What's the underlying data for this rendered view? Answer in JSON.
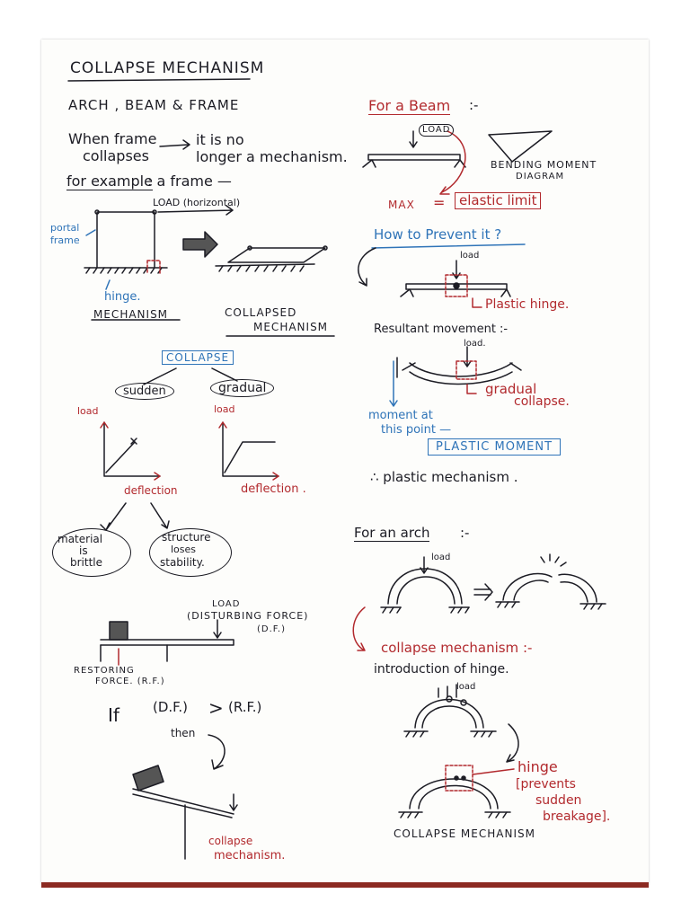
{
  "left": {
    "title": "COLLAPSE MECHANISM",
    "subtitle": "ARCH , BEAM & FRAME",
    "when_frame": "When frame",
    "collapses": "collapses",
    "it_is_no": "it is no",
    "longer_mech": "longer a mechanism.",
    "for_example": "for example",
    "a_frame": ": a frame —",
    "load_horizontal": "LOAD (horizontal)",
    "portal": "portal",
    "frame": "frame",
    "hinge": "hinge.",
    "mechanism": "MECHANISM",
    "collapsed": "COLLAPSED",
    "mechanism2": "MECHANISM",
    "collapse_box": "COLLAPSE",
    "sudden": "sudden",
    "gradual": "gradual",
    "load_a": "load",
    "load_b": "load",
    "deflection_a": "deflection",
    "deflection_b": "deflection .",
    "material": "material",
    "is": "is",
    "brittle": "brittle",
    "structure": "structure",
    "loses": "loses",
    "stability": "stability.",
    "load_df": "LOAD",
    "disturbing": "(DISTURBING FORCE)",
    "df_abbr": "(D.F.)",
    "restoring": "RESTORING",
    "force_rf": "FORCE. (R.F.)",
    "if": "If",
    "df_cmp": "(D.F.)",
    "gt": ">",
    "rf_cmp": "(R.F.)",
    "then": "then",
    "collapse_mech_a": "collapse",
    "collapse_mech_b": "mechanism."
  },
  "right": {
    "for_beam": "For a Beam",
    "colon_dash": ":-",
    "load_box": "LOAD",
    "bending": "BENDING MOMENT",
    "diagram": "DIAGRAM",
    "max": "MAX",
    "eq": "=",
    "elastic": "elastic limit",
    "how_to": "How to Prevent it ?",
    "load2": "load",
    "plastic_hinge": "Plastic hinge.",
    "resultant": "Resultant movement :-",
    "load3": "load.",
    "gradual_collapse_a": "gradual",
    "gradual_collapse_b": "collapse.",
    "moment_at": "moment at",
    "this_point": "this point —",
    "plastic_moment": "PLASTIC MOMENT",
    "therefore": "∴ plastic mechanism .",
    "for_arch": "For an arch",
    "colon_dash2": ":-",
    "load4": "load",
    "collapse_mech": "collapse mechanism :-",
    "introduction": "introduction of hinge.",
    "load5": "load",
    "hinge2": "hinge",
    "prevents": "[prevents",
    "sudden": "sudden",
    "breakage": "breakage].",
    "collapse_mech_caps": "COLLAPSE MECHANISM"
  }
}
